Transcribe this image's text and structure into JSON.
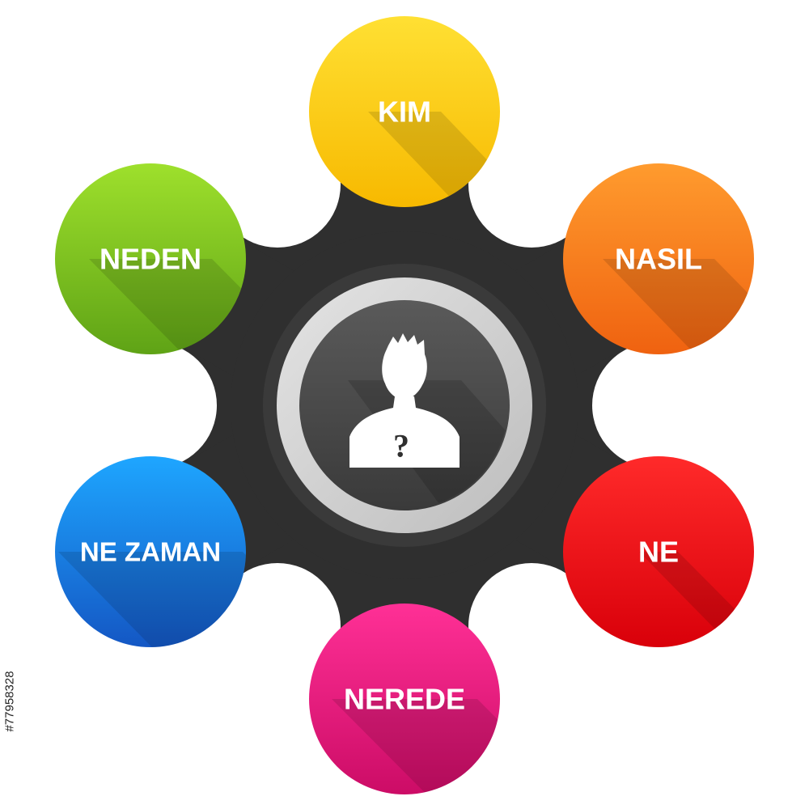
{
  "nodes": [
    {
      "id": "kim",
      "label": "KIM",
      "color": "#f6c51a"
    },
    {
      "id": "nasil",
      "label": "NASIL",
      "color": "#f47a1f"
    },
    {
      "id": "ne",
      "label": "NE",
      "color": "#e8161b"
    },
    {
      "id": "nerede",
      "label": "NEREDE",
      "color": "#e5197c"
    },
    {
      "id": "ne-zaman",
      "label": "NE ZAMAN",
      "color": "#1f7fd9"
    },
    {
      "id": "neden",
      "label": "NEDEN",
      "color": "#7cc424"
    }
  ],
  "center": {
    "icon": "person-question-icon",
    "glyph": "?"
  },
  "hub_color": "#2f2f2f",
  "side_id": "#77958328"
}
